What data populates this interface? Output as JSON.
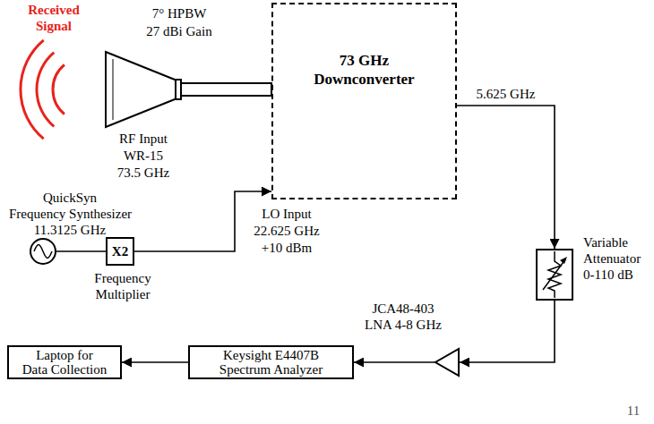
{
  "diagram": {
    "nodes": [
      {
        "text": [
          "73 GHz Downconverter"
        ]
      },
      {
        "text": [
          "QuickSyn Frequency Synthesizer 11.3125 GHz"
        ]
      },
      {
        "text": [
          "X2",
          "Frequency Multiplier"
        ]
      },
      {
        "text": [
          "Variable Attenuator 0-110 dB"
        ]
      },
      {
        "text": [
          "JCA48-403 LNA 4-8 GHz"
        ]
      },
      {
        "text": [
          "Keysight E4407B Spectrum Analyzer"
        ]
      },
      {
        "text": [
          "Laptop for Data Collection"
        ]
      }
    ],
    "edges": [
      {
        "from": 1,
        "to": 2,
        "arrow": "none"
      },
      {
        "from": 2,
        "to": 0,
        "arrow": "to"
      },
      {
        "from": 0,
        "to": 3,
        "arrow": "to",
        "label": "5.625 GHz"
      },
      {
        "from": 3,
        "to": 4,
        "arrow": "to"
      },
      {
        "from": 4,
        "to": 5,
        "arrow": "to"
      },
      {
        "from": 5,
        "to": 6,
        "arrow": "to"
      }
    ],
    "labels": [
      "Received Signal",
      "7° HPBW",
      "27 dBi Gain",
      "RF Input",
      "WR-15",
      "73.5 GHz",
      "LO Input",
      "22.625 GHz",
      "+10 dBm",
      "11"
    ]
  }
}
